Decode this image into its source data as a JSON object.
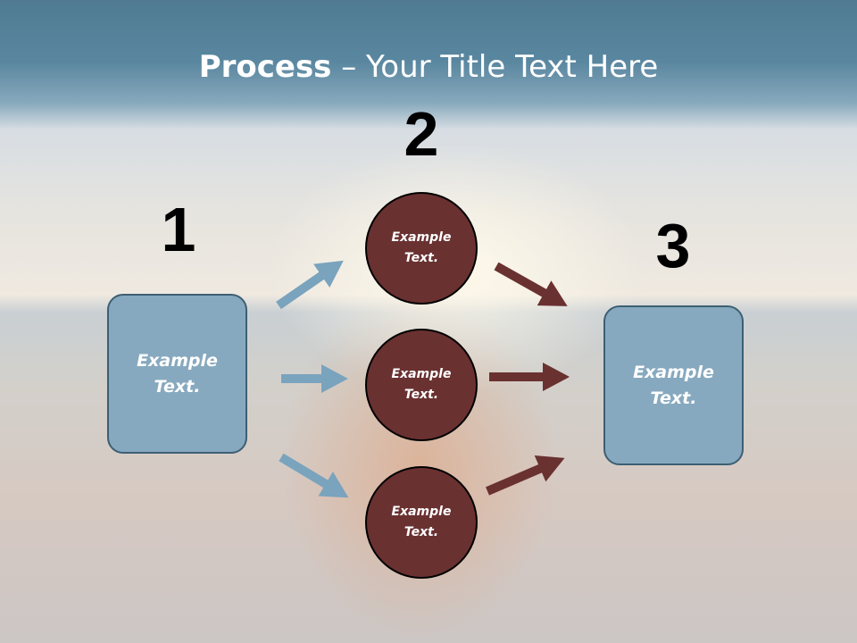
{
  "slide": {
    "title_bold": "Process",
    "title_rest": " – Your Title Text Here"
  },
  "steps": [
    {
      "number": "1"
    },
    {
      "number": "2"
    },
    {
      "number": "3"
    }
  ],
  "left_box": {
    "text": "Example\nText."
  },
  "right_box": {
    "text": "Example\nText."
  },
  "circles": [
    {
      "text": "Example\nText."
    },
    {
      "text": "Example\nText."
    },
    {
      "text": "Example\nText."
    }
  ],
  "colors": {
    "banner": "#5a87a0",
    "box_fill": "#87a9bf",
    "circle_fill": "#6a3131",
    "arrow_in": "#7aa3bd",
    "arrow_out": "#6a3131"
  }
}
